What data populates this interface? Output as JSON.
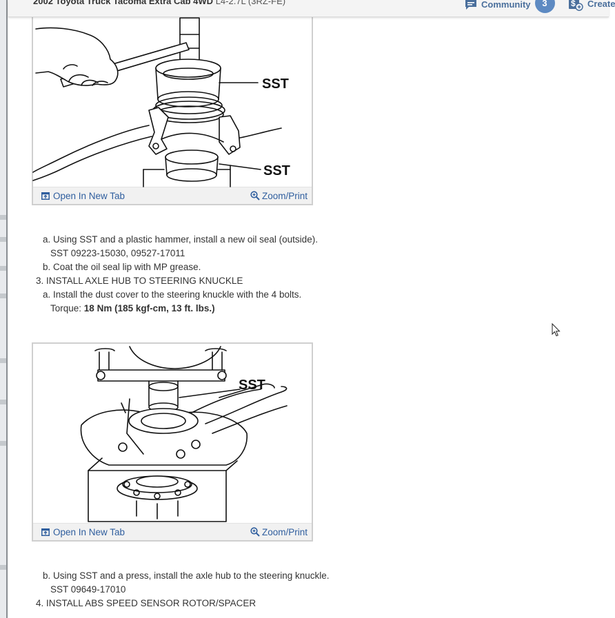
{
  "header": {
    "vehicle": "2002 Toyota Truck Tacoma Extra Cab 4WD",
    "engine": "L4-2.7L (3RZ-FE)",
    "community_label": "Community",
    "community_count": "3",
    "create_label": "Create"
  },
  "figure1": {
    "labels": [
      "SST",
      "SST"
    ],
    "open_tab": "Open In New Tab",
    "zoom": "Zoom/Print"
  },
  "steps1": {
    "a": "a. Using SST and a plastic hammer, install a new oil seal (outside).",
    "a_sst": "SST 09223-15030, 09527-17011",
    "b": "b. Coat the oil seal lip with MP grease.",
    "s3": "3. INSTALL AXLE HUB TO STEERING KNUCKLE",
    "s3a": "a. Install the dust cover to the steering knuckle with the 4 bolts.",
    "torque_label": "Torque:",
    "torque_value": "18 Nm (185 kgf-cm, 13 ft. lbs.)"
  },
  "figure2": {
    "label": "SST",
    "open_tab": "Open In New Tab",
    "zoom": "Zoom/Print"
  },
  "steps2": {
    "b": "b. Using SST and a press, install the axle hub to the steering knuckle.",
    "b_sst": "SST 09649-17010",
    "s4": "4. INSTALL ABS SPEED SENSOR ROTOR/SPACER"
  }
}
